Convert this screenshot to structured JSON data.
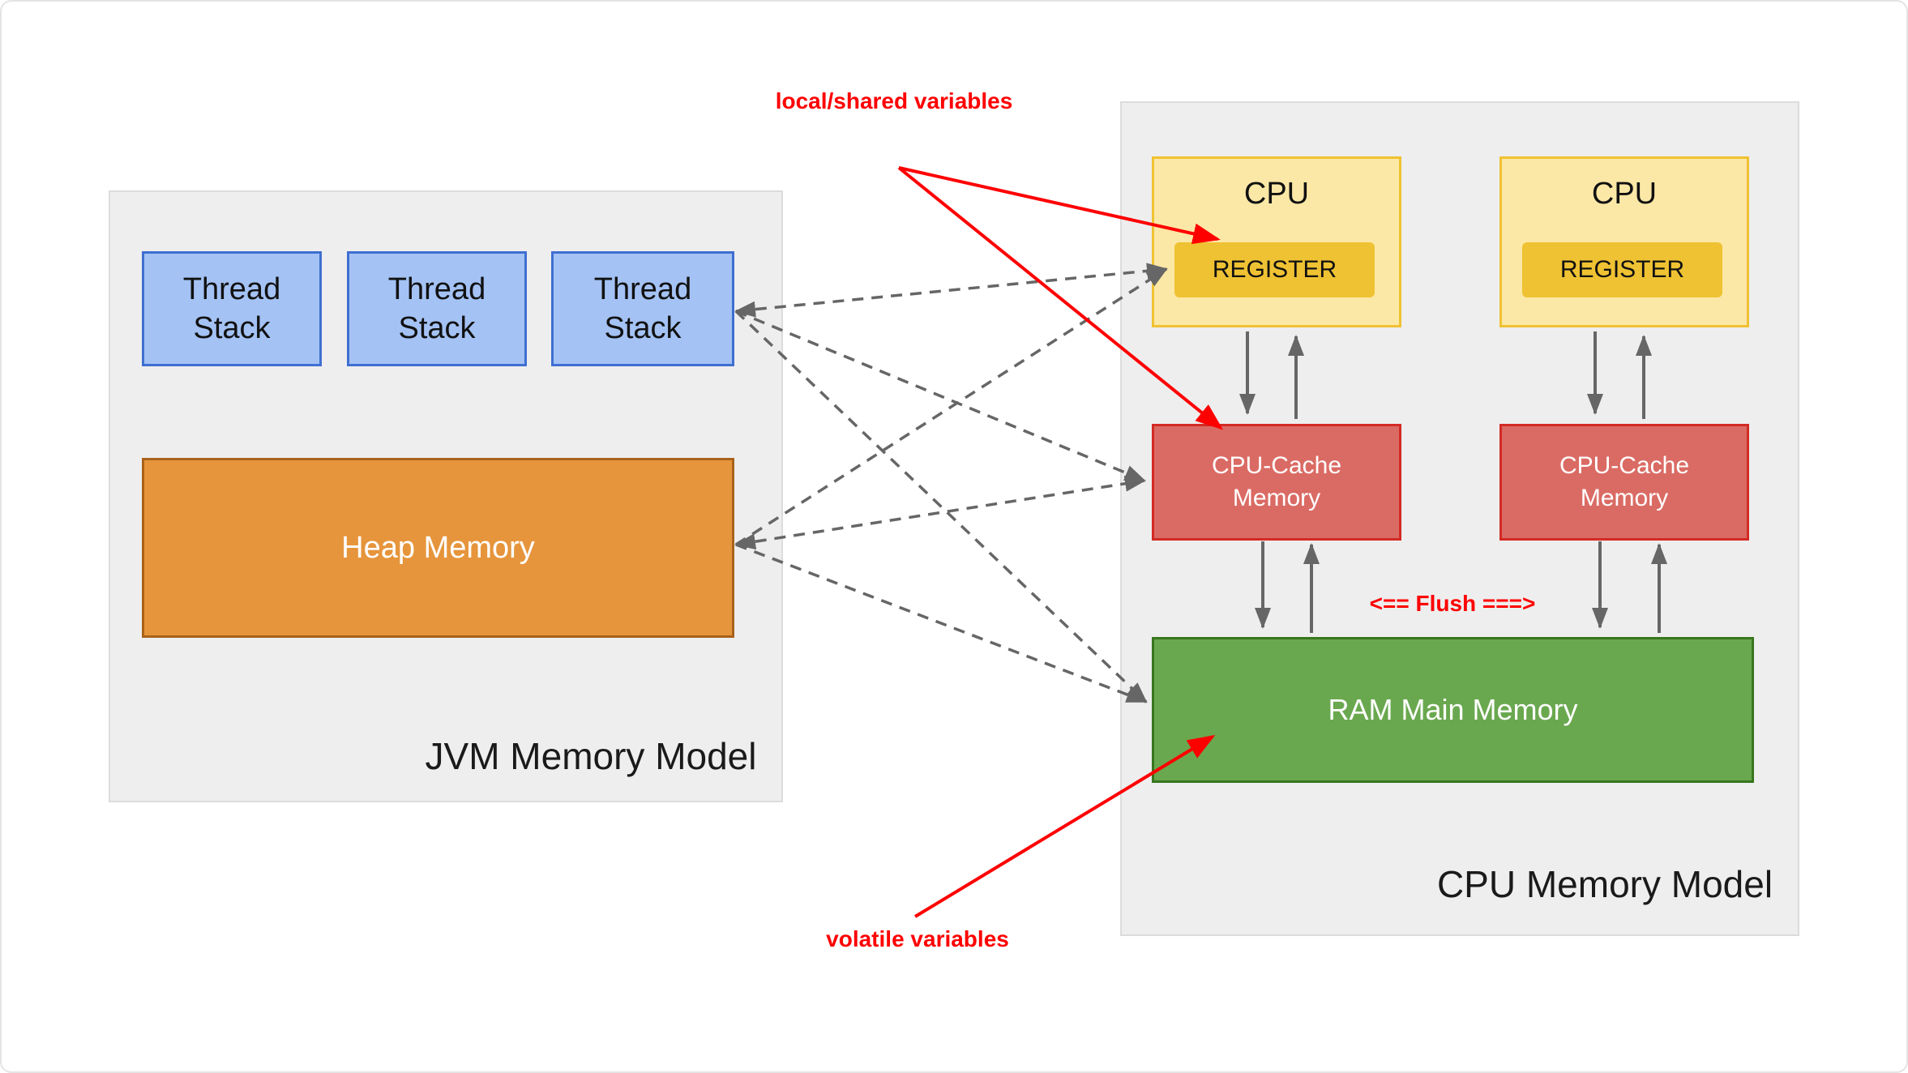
{
  "diagram": {
    "jvm": {
      "title": "JVM Memory Model",
      "thread_stacks": [
        {
          "label": "Thread Stack"
        },
        {
          "label": "Thread Stack"
        },
        {
          "label": "Thread Stack"
        }
      ],
      "heap": {
        "label": "Heap Memory"
      }
    },
    "cpu_model": {
      "title": "CPU Memory Model",
      "cpus": [
        {
          "label": "CPU",
          "register": "REGISTER"
        },
        {
          "label": "CPU",
          "register": "REGISTER"
        }
      ],
      "caches": [
        {
          "label": "CPU-Cache Memory"
        },
        {
          "label": "CPU-Cache Memory"
        }
      ],
      "ram": {
        "label": "RAM Main Memory"
      },
      "flush_label": "<== Flush ===>"
    },
    "annotations": {
      "local_shared_label": "local/shared variables",
      "volatile_label": "volatile variables"
    },
    "colors": {
      "page_border": "#e4e4e4",
      "panel_fill": "#eeeeee",
      "panel_border": "#dcdcdc",
      "thread_stack_fill": "#a4c2f4",
      "thread_stack_border": "#3f6fd1",
      "heap_fill": "#e6953c",
      "heap_border": "#a9621a",
      "cpu_fill": "#fce8a6",
      "cpu_border": "#f0c233",
      "register_fill": "#efc233",
      "cache_fill": "#da6b64",
      "cache_border": "#d32a24",
      "ram_fill": "#6aa84f",
      "ram_border": "#38761d",
      "annotation_red": "#fe0000",
      "connector_gray": "#666666"
    }
  }
}
